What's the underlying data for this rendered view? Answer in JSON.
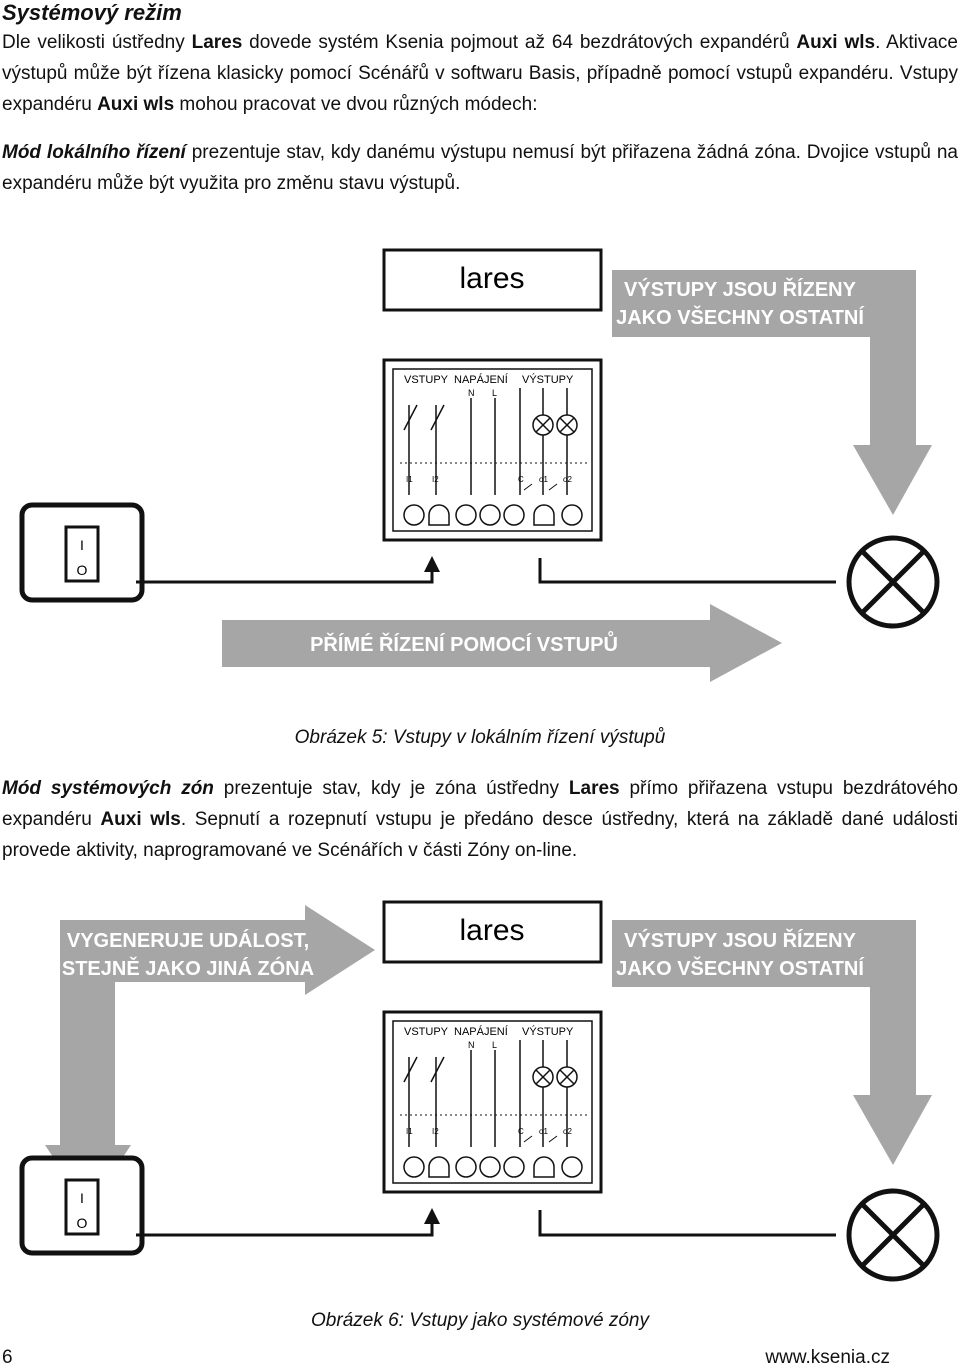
{
  "heading": "Systémový režim",
  "p1": {
    "t1": "Dle velikosti ústředny ",
    "b1": "Lares",
    "t2": " dovede systém Ksenia pojmout až 64 bezdrátových expandérů ",
    "b2": "Auxi wls",
    "t3": ". Aktivace výstupů může být řízena klasicky pomocí Scénářů v softwaru Basis, případně pomocí vstupů expandéru. Vstupy expandéru ",
    "b3": "Auxi wls",
    "t4": " mohou pracovat ve dvou různých módech:"
  },
  "p2": {
    "bi": "Mód lokálního řízení",
    "t1": " prezentuje stav, kdy danému výstupu nemusí být přiřazena žádná zóna. Dvojice vstupů na expandéru může být využita pro změnu stavu výstupů."
  },
  "fig1": {
    "lares": "lares",
    "out_label_1": "VÝSTUPY JSOU ŘÍZENY",
    "out_label_2": "JAKO VŠECHNY OSTATNÍ",
    "direct_label": "PŘÍMÉ ŘÍZENÍ POMOCÍ VSTUPŮ",
    "caption": "Obrázek 5: Vstupy v lokálním řízení výstupů"
  },
  "p3": {
    "bi": "Mód systémových zón",
    "t1": " prezentuje stav, kdy je zóna ústředny ",
    "b1": "Lares",
    "t2": " přímo přiřazena vstupu bezdrátového expandéru ",
    "b2": "Auxi wls",
    "t3": ". Sepnutí a rozepnutí vstupu je předáno desce ústředny, která na základě dané události provede aktivity, naprogramované ve Scénářích v části Zóny on-line."
  },
  "fig2": {
    "lares": "lares",
    "gen_label_1": "VYGENERUJE UDÁLOST,",
    "gen_label_2": "STEJNĚ JAKO JINÁ ZÓNA",
    "out_label_1": "VÝSTUPY JSOU ŘÍZENY",
    "out_label_2": "JAKO VŠECHNY OSTATNÍ",
    "caption": "Obrázek 6: Vstupy jako systémové zóny"
  },
  "module": {
    "vstupy": "VSTUPY",
    "napajeni": "NAPÁJENÍ",
    "vystupy": "VÝSTUPY",
    "n": "N",
    "l": "L",
    "i1": "I1",
    "i2": "I2",
    "c": "C",
    "o1": "o1",
    "o2": "o2"
  },
  "switch_icon": {
    "on": "I",
    "off": "O"
  },
  "footer": {
    "page": "6",
    "url": "www.ksenia.cz"
  },
  "colors": {
    "arrow": "#a6a6a6",
    "stroke": "#111111"
  }
}
